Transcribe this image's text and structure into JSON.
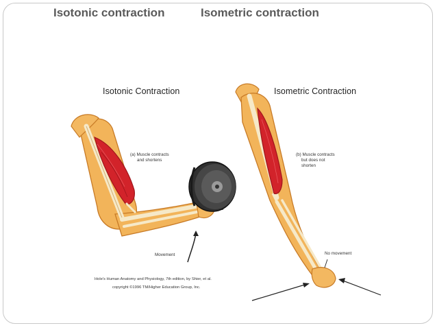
{
  "slide": {
    "title_left": "Isotonic contraction",
    "title_right": "Isometric contraction"
  },
  "figure": {
    "left_panel": {
      "title": "Isotonic Contraction",
      "label_line1": "(a) Muscle contracts",
      "label_line2": "and shortens",
      "movement_label": "Movement"
    },
    "right_panel": {
      "title": "Isometric Contraction",
      "label_line1": "(b) Muscle contracts",
      "label_line2": "but does not",
      "label_line3": "shorten",
      "no_movement_label": "No movement"
    },
    "credit_line1": "Hole's Human Anatomy and Physiology, 7th edition, by Shier, et al.",
    "credit_line2": "copyright ©1996 TM/Higher Education Group, Inc.",
    "colors": {
      "skin": "#f2b45a",
      "skin_dark": "#d8892e",
      "muscle": "#d2232a",
      "muscle_dark": "#9e151b",
      "bone": "#f6e9c8",
      "weight": "#3c3c3c"
    }
  }
}
